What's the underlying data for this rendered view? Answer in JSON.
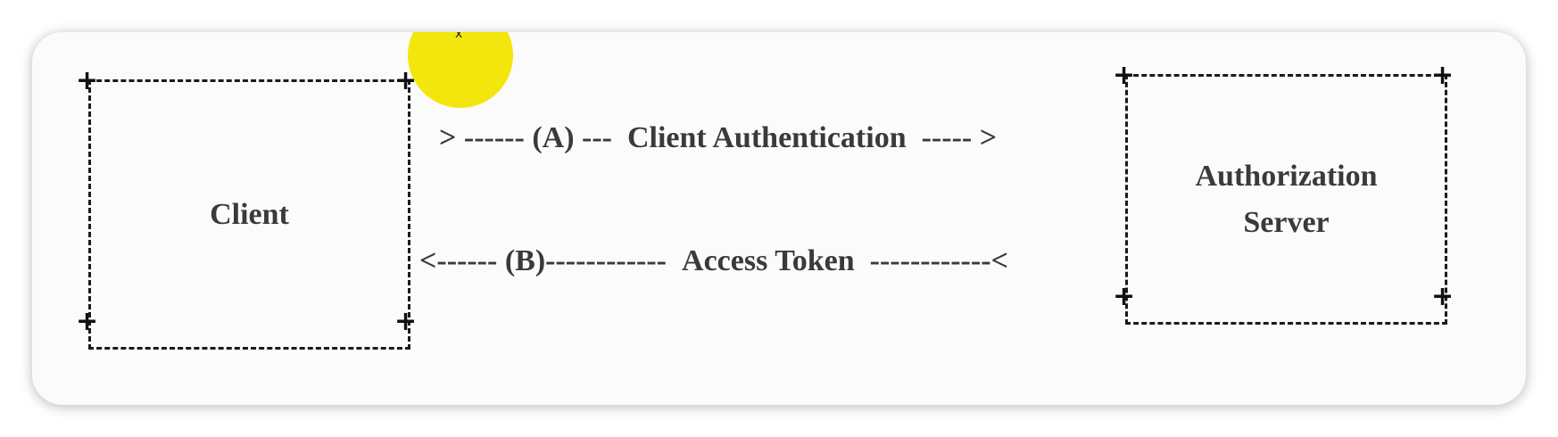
{
  "diagram": {
    "client_label": "Client",
    "server_label_line1": "Authorization",
    "server_label_line2": "Server",
    "arrow_a": {
      "head": ">",
      "dash1": "------",
      "tag": "(A)",
      "dash2": "---",
      "label": "Client Authentication",
      "dash3": "-----",
      "tail": ">"
    },
    "arrow_b": {
      "head": "<",
      "dash1": "------",
      "tag": "(B)",
      "dash2": "------------",
      "label": "Access Token",
      "dash3": "------------",
      "tail": "<"
    },
    "corner_glyph": "+",
    "cursor_glyph": "x"
  },
  "colors": {
    "line": "#1a1a1a",
    "text": "#3a3a3a",
    "highlight": "#f3e60c",
    "card_background": "#fbfbfb"
  }
}
